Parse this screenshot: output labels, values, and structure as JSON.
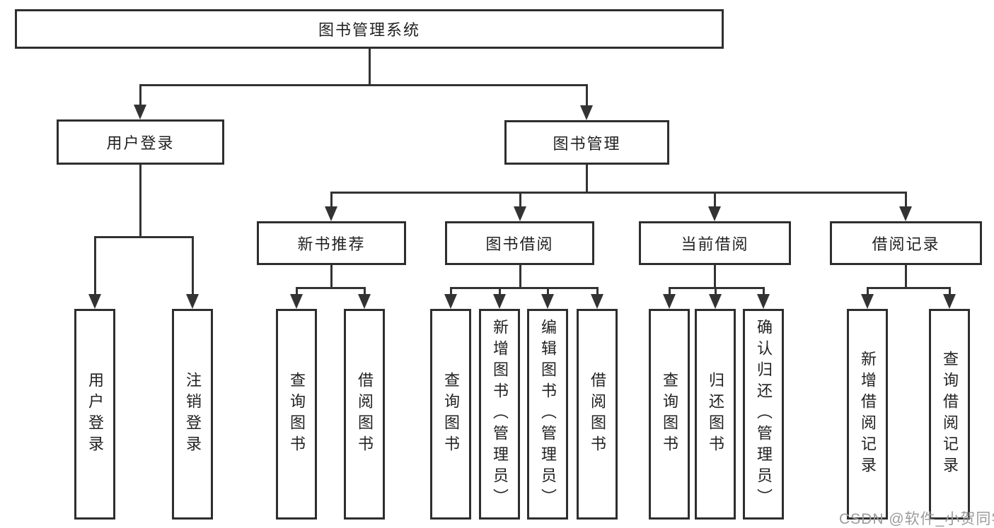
{
  "diagram": {
    "root": {
      "label": "图书管理系统"
    },
    "level2": [
      {
        "label": "用户登录"
      },
      {
        "label": "图书管理"
      }
    ],
    "level3": [
      {
        "label": "新书推荐"
      },
      {
        "label": "图书借阅"
      },
      {
        "label": "当前借阅"
      },
      {
        "label": "借阅记录"
      }
    ],
    "leaves": {
      "user_login": [
        {
          "label": "用户登录"
        },
        {
          "label": "注销登录"
        }
      ],
      "new_book": [
        {
          "label": "查询图书"
        },
        {
          "label": "借阅图书"
        }
      ],
      "book_borrow": [
        {
          "label": "查询图书"
        },
        {
          "label": "新增图书（管理员）"
        },
        {
          "label": "编辑图书（管理员）"
        },
        {
          "label": "借阅图书"
        }
      ],
      "current_borrow": [
        {
          "label": "查询图书"
        },
        {
          "label": "归还图书"
        },
        {
          "label": "确认归还（管理员）"
        }
      ],
      "borrow_record": [
        {
          "label": "新增借阅记录"
        },
        {
          "label": "查询借阅记录"
        }
      ]
    }
  },
  "watermark": "CSDN @软件_小贺同学",
  "colors": {
    "line": "#333333",
    "border": "#2e2e2e",
    "text": "#222222",
    "watermark": "#9b9b9b",
    "background": "#ffffff"
  }
}
